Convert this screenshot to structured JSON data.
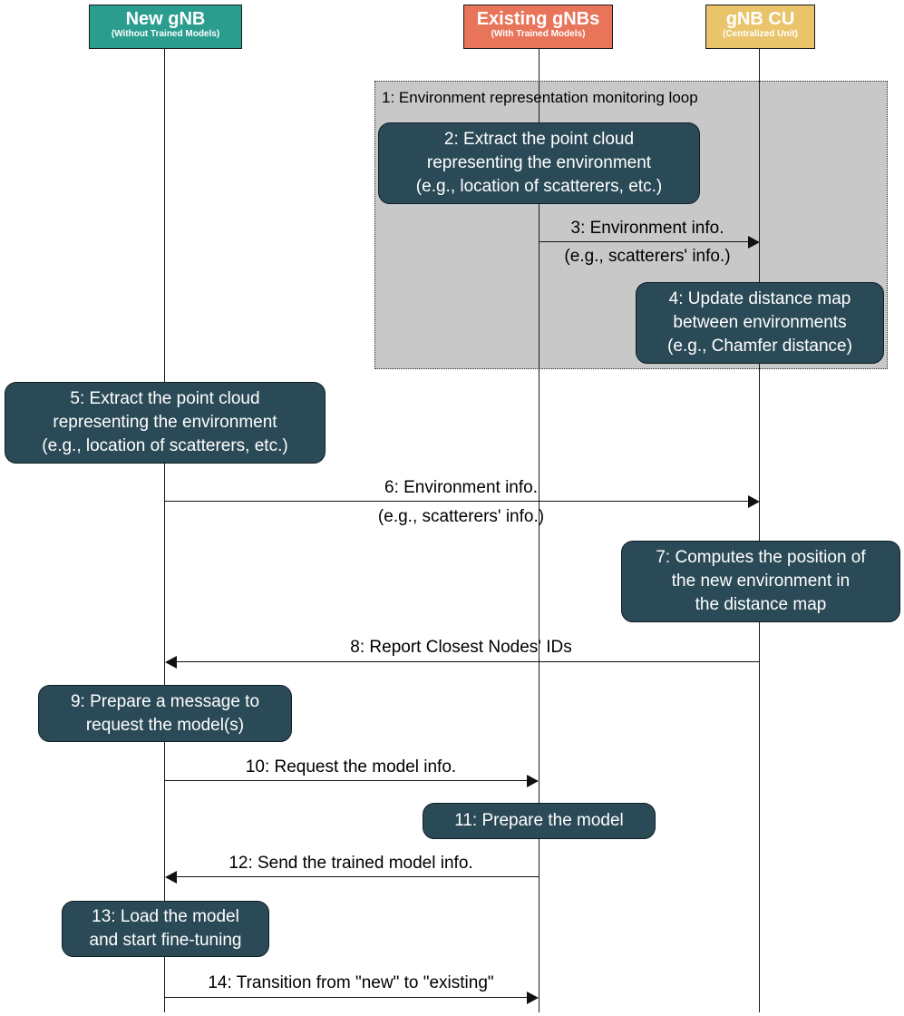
{
  "lanes": {
    "new_gnb": {
      "title": "New gNB",
      "subtitle": "(Without Trained Models)",
      "color": "#2a9d8f"
    },
    "existing_gnbs": {
      "title": "Existing gNBs",
      "subtitle": "(With Trained Models)",
      "color": "#e8745a"
    },
    "gnb_cu": {
      "title": "gNB CU",
      "subtitle": "(Centralized Unit)",
      "color": "#e9c46a"
    }
  },
  "loop": {
    "label": "1: Environment representation monitoring loop",
    "color": "#c8c8c8"
  },
  "notes": {
    "n2": "2: Extract the point cloud\nrepresenting the environment\n(e.g., location of scatterers, etc.)",
    "n4": "4: Update distance map\nbetween environments\n(e.g., Chamfer distance)",
    "n5": "5: Extract the point cloud\nrepresenting the environment\n(e.g., location of scatterers, etc.)",
    "n7": "7: Computes the position of\nthe new environment in\nthe distance map",
    "n9": "9: Prepare a message to\nrequest the model(s)",
    "n11": "11: Prepare the model",
    "n13": "13: Load the model\nand start fine-tuning",
    "color": "#2b4a57"
  },
  "messages": {
    "m3_line1": "3: Environment info.",
    "m3_line2": "(e.g., scatterers' info.)",
    "m6_line1": "6: Environment info.",
    "m6_line2": "(e.g., scatterers' info.)",
    "m8": "8: Report Closest Nodes' IDs",
    "m10": "10: Request the model info.",
    "m12": "12: Send the trained model info.",
    "m14": "14: Transition from \"new\" to \"existing\""
  }
}
